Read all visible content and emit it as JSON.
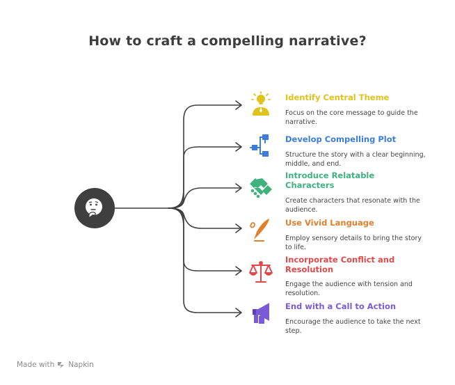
{
  "title": "How to craft a compelling narrative?",
  "hub": {
    "icon": "thinking-face-icon"
  },
  "items": [
    {
      "title": "Identify Central Theme",
      "description": "Focus on the core message to guide the narrative.",
      "color": "#E0C21C",
      "icon": "lightbulb-person-icon"
    },
    {
      "title": "Develop Compelling Plot",
      "description": "Structure the story with a clear beginning, middle, and end.",
      "color": "#3B7DD8",
      "icon": "flowchart-icon"
    },
    {
      "title": "Introduce Relatable Characters",
      "description": "Create characters that resonate with the audience.",
      "color": "#3FB27F",
      "icon": "handshake-icon"
    },
    {
      "title": "Use Vivid Language",
      "description": "Employ sensory details to bring the story to life.",
      "color": "#E07F2C",
      "icon": "quill-pen-icon"
    },
    {
      "title": "Incorporate Conflict and Resolution",
      "description": "Engage the audience with tension and resolution.",
      "color": "#E0494A",
      "icon": "balance-scale-icon"
    },
    {
      "title": "End with a Call to Action",
      "description": "Encourage the audience to take the next step.",
      "color": "#7A5BD6",
      "icon": "megaphone-icon"
    }
  ],
  "footer": {
    "made_with": "Made with",
    "brand": "Napkin",
    "icon": "napkin-logo-icon"
  }
}
